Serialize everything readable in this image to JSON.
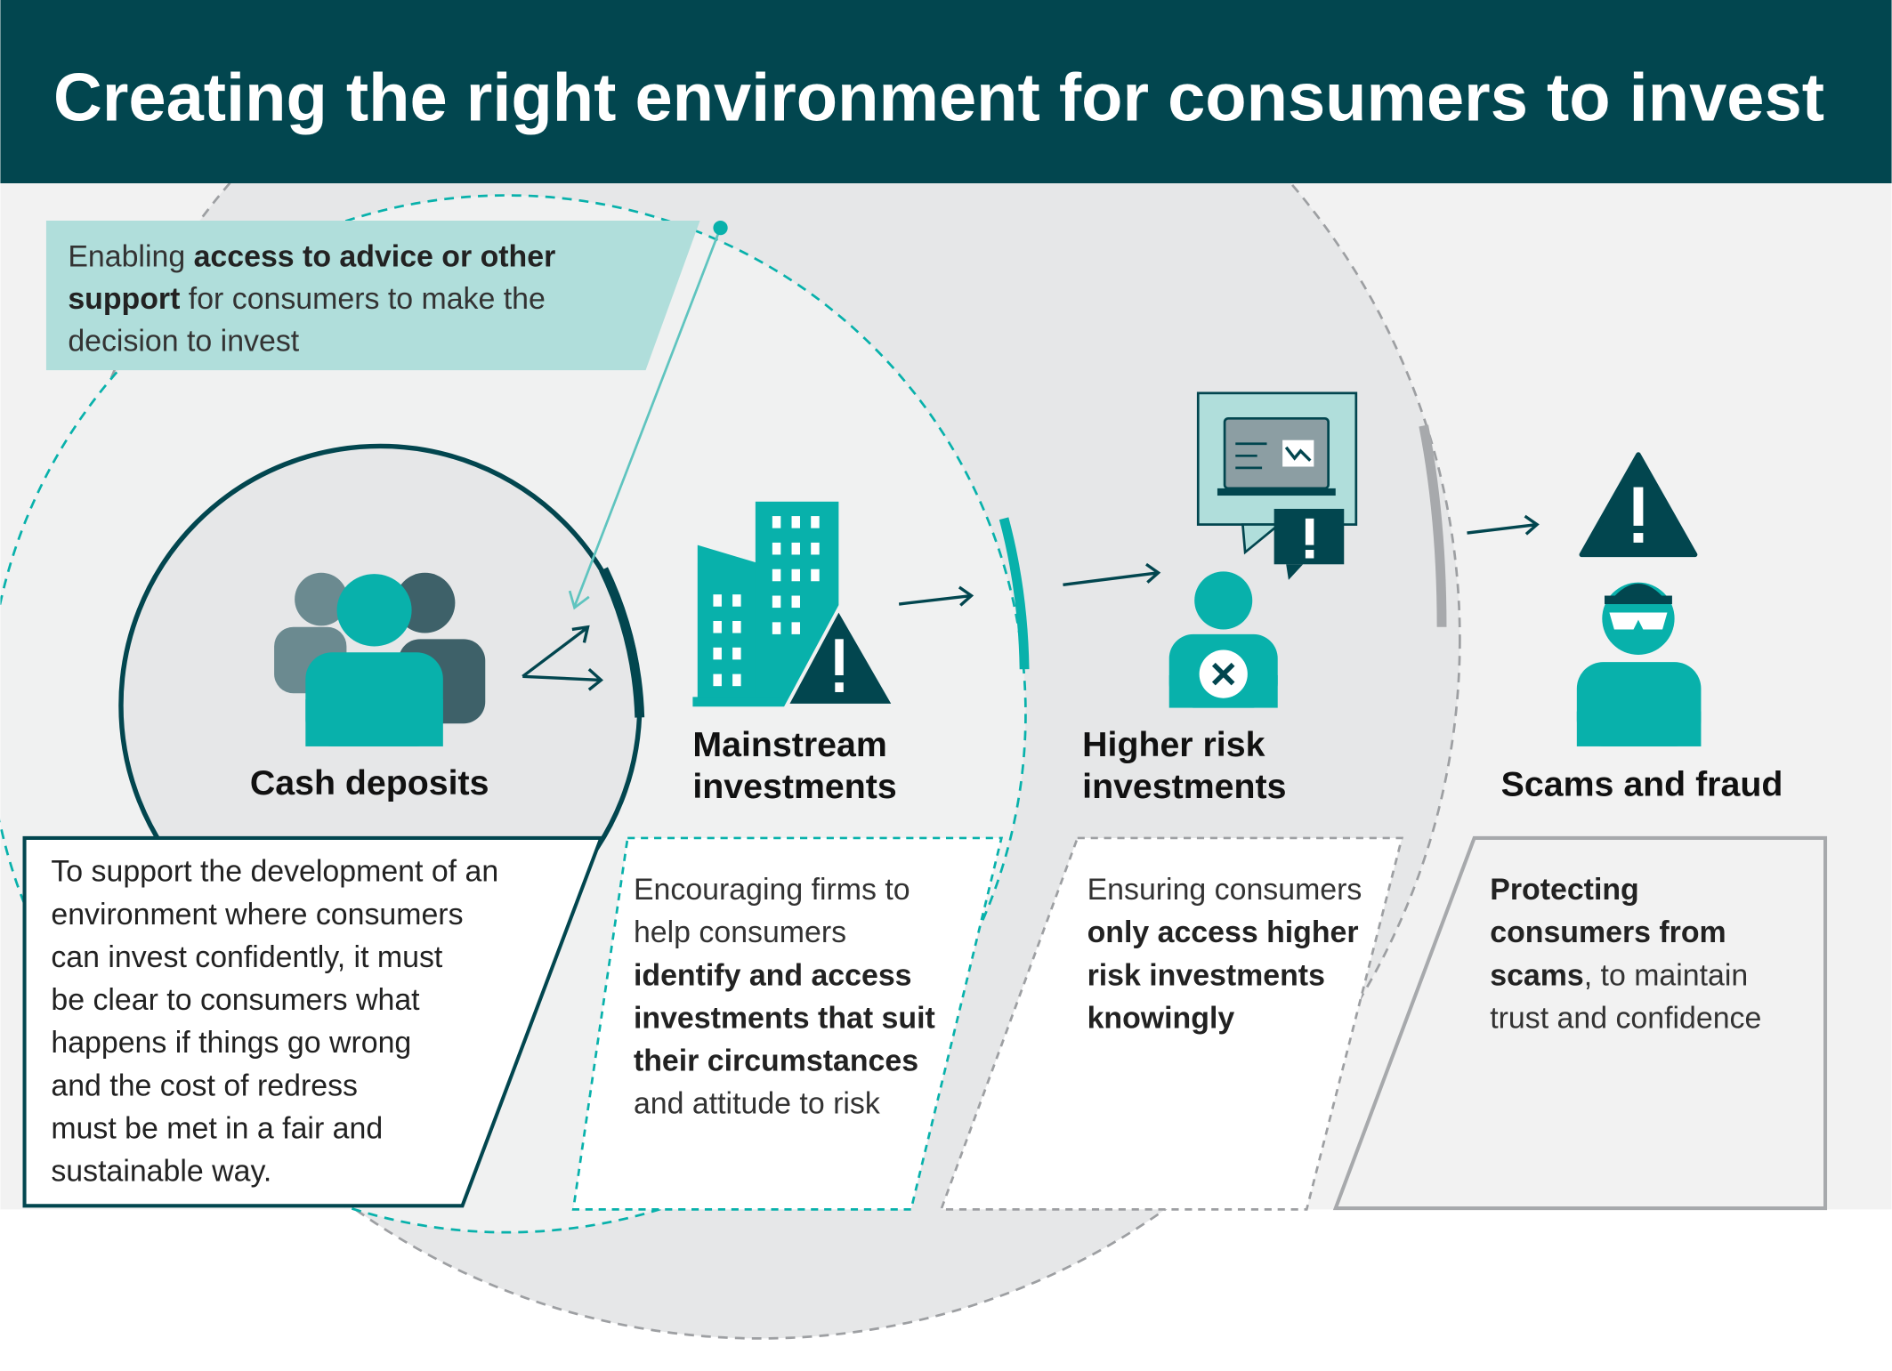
{
  "title": "Creating the right environment for consumers to invest",
  "colors": {
    "header": "#02464f",
    "teal": "#08b1ab",
    "dark": "#02464f",
    "light_teal": "#b0dedb",
    "gray": "#a7a9ac"
  },
  "callout": {
    "l1a": "Enabling ",
    "l1b": "access to advice or other",
    "l2a": "support",
    "l2b": " for consumers to make the",
    "l3": "decision to invest"
  },
  "stages": [
    {
      "label": "Cash deposits",
      "icon": "people-icon"
    },
    {
      "label1": "Mainstream",
      "label2": "investments",
      "icon": "buildings-warning-icon"
    },
    {
      "label1": "Higher risk",
      "label2": "investments",
      "icon": "person-laptop-warning-icon"
    },
    {
      "label": "Scams and fraud",
      "icon": "scammer-warning-icon"
    }
  ],
  "boxes": {
    "cash": [
      "To support the development of an",
      "environment where consumers",
      "can invest confidently, it must",
      "be clear to consumers what",
      "happens if things go wrong",
      "and the cost of redress",
      "must be met in a fair and",
      "sustainable way."
    ],
    "mainstream": {
      "l1": "Encouraging firms to",
      "l2": "help consumers",
      "l3": "identify and access",
      "l4": "investments that suit",
      "l5": "their circumstances",
      "l6": "and attitude to risk"
    },
    "higher": {
      "l1": "Ensuring consumers",
      "l2": "only access higher",
      "l3": "risk investments",
      "l4": "knowingly"
    },
    "scams": {
      "l1": "Protecting",
      "l2": "consumers from",
      "l3a": "scams",
      "l3b": ", to maintain",
      "l4": "trust and confidence"
    }
  }
}
